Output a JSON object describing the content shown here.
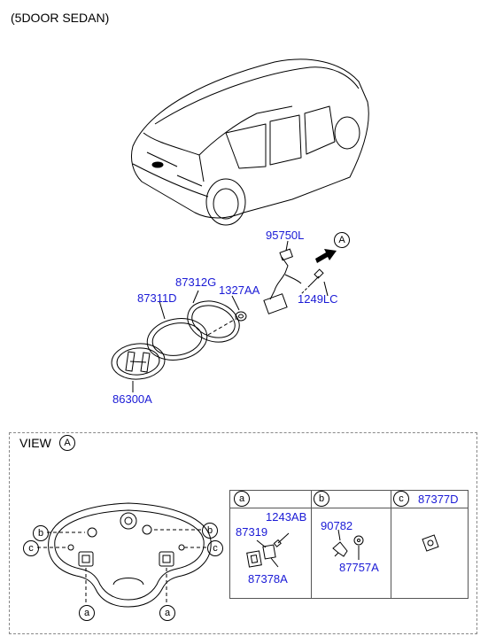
{
  "header": {
    "title": "(5DOOR SEDAN)"
  },
  "parts": {
    "p95750L": "95750L",
    "p87312G": "87312G",
    "p1327AA": "1327AA",
    "p1249LC": "1249LC",
    "p87311D": "87311D",
    "p86300A": "86300A"
  },
  "view_ref": {
    "letter": "A"
  },
  "view_section": {
    "label": "VIEW",
    "letter": "A"
  },
  "rear_view_callouts": [
    "a",
    "a",
    "b",
    "b",
    "c",
    "c"
  ],
  "table": {
    "columns": [
      {
        "letter": "a",
        "title": ""
      },
      {
        "letter": "b",
        "title": ""
      },
      {
        "letter": "c",
        "title": "87377D"
      }
    ],
    "col_a": {
      "p1243AB": "1243AB",
      "p87319": "87319",
      "p87378A": "87378A"
    },
    "col_b": {
      "p90782": "90782",
      "p87757A": "87757A"
    }
  },
  "colors": {
    "part_number": "#1a1ad6",
    "line": "#000000",
    "dash_border": "#888888"
  }
}
